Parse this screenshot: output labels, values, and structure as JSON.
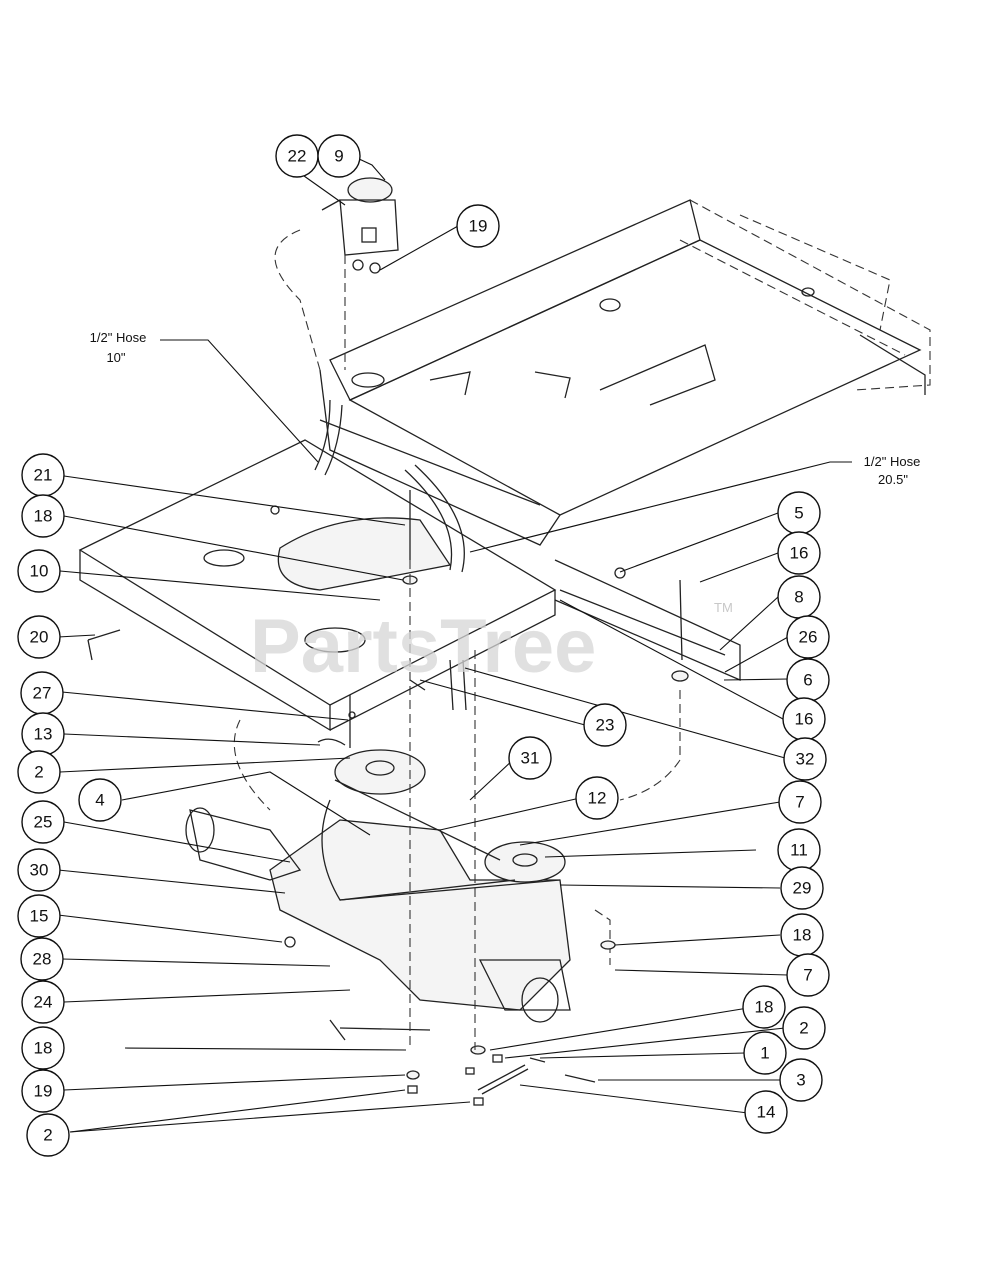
{
  "hose_labels": {
    "left_line1": "1/2\" Hose",
    "left_line2": "10\"",
    "right_line1": "1/2\" Hose",
    "right_line2": "20.5\""
  },
  "watermark": {
    "text": "PartsTree",
    "tm": "TM"
  },
  "callouts": {
    "c22": "22",
    "c9": "9",
    "c19_top": "19",
    "c21": "21",
    "c18_a": "18",
    "c10": "10",
    "c20": "20",
    "c27": "27",
    "c13": "13",
    "c2_a": "2",
    "c4": "4",
    "c25": "25",
    "c30": "30",
    "c15": "15",
    "c28": "28",
    "c24": "24",
    "c18_b": "18",
    "c19_b": "19",
    "c2_bottom": "2",
    "c5": "5",
    "c16_a": "16",
    "c8": "8",
    "c26": "26",
    "c6": "6",
    "c16_b": "16",
    "c32": "32",
    "c23": "23",
    "c31": "31",
    "c12": "12",
    "c7_a": "7",
    "c11": "11",
    "c29": "29",
    "c18_c": "18",
    "c7_b": "7",
    "c18_d": "18",
    "c2_b": "2",
    "c1": "1",
    "c3": "3",
    "c14": "14"
  }
}
